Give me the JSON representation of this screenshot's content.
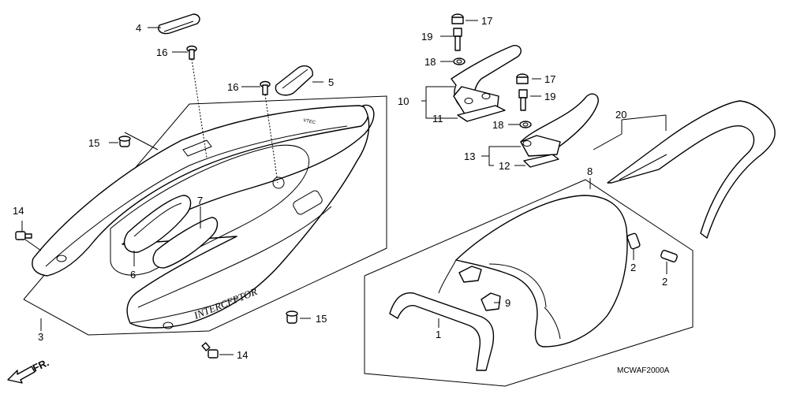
{
  "diagram": {
    "callouts": {
      "c1": "1",
      "c2a": "2",
      "c2b": "2",
      "c3": "3",
      "c4": "4",
      "c5": "5",
      "c6": "6",
      "c7": "7",
      "c8": "8",
      "c9": "9",
      "c10": "10",
      "c11": "11",
      "c12": "12",
      "c13": "13",
      "c14a": "14",
      "c14b": "14",
      "c15a": "15",
      "c15b": "15",
      "c16a": "16",
      "c16b": "16",
      "c17a": "17",
      "c17b": "17",
      "c18a": "18",
      "c18b": "18",
      "c19a": "19",
      "c19b": "19",
      "c20": "20"
    },
    "diagram_code": "MCWAF2000A",
    "front_label": "FR.",
    "cowl_emblem": "INTERCEPTOR",
    "cowl_badge": "VTEC"
  }
}
